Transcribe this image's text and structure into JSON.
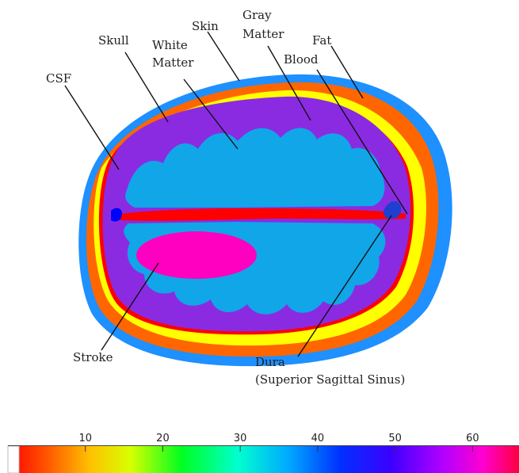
{
  "labels": {
    "skin": "Skin",
    "gray_matter_1": "Gray",
    "gray_matter_2": "Matter",
    "skull": "Skull",
    "white_matter_1": "White",
    "white_matter_2": "Matter",
    "fat": "Fat",
    "blood": "Blood",
    "csf": "CSF",
    "stroke": "Stroke",
    "dura_1": "Dura",
    "dura_2": "(Superior Sagittal Sinus)"
  },
  "colors": {
    "skin": "#1e90ff",
    "fat": "#ff6600",
    "skull": "#ffff00",
    "csf": "#ff0000",
    "gray_matter": "#8a2be2",
    "white_matter": "#10a6e8",
    "stroke": "#ff00c0",
    "blood": "#0000ff",
    "dura": "#1f3fd0"
  },
  "colorbar": {
    "ticks": [
      "10",
      "20",
      "30",
      "40",
      "50",
      "60"
    ],
    "min": 0,
    "max": 66
  }
}
